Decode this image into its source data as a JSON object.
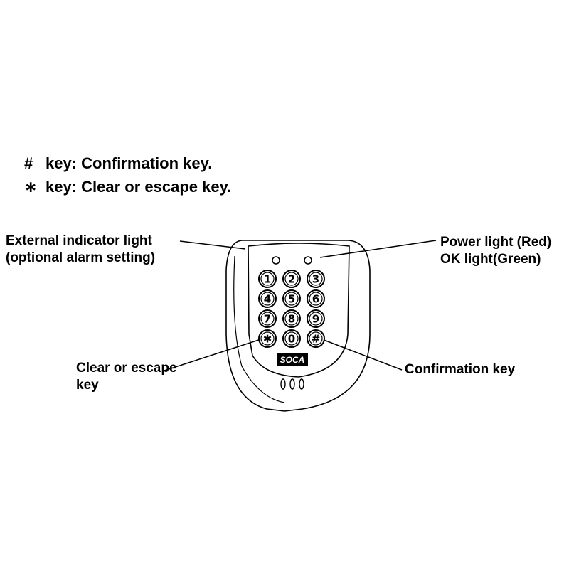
{
  "legend": {
    "hash": {
      "symbol": "#",
      "text": "key:  Confirmation key."
    },
    "star": {
      "symbol": "∗",
      "text": "key: Clear or escape key."
    }
  },
  "callouts": {
    "external_indicator": {
      "line1": "External indicator light",
      "line2": "(optional alarm setting)"
    },
    "power_ok": {
      "line1": "Power light (Red)",
      "line2": "OK light(Green)"
    },
    "clear_escape": {
      "line1": "Clear or escape",
      "line2": "key"
    },
    "confirmation": {
      "line1": "Confirmation key"
    }
  },
  "keypad": {
    "keys": [
      "1",
      "2",
      "3",
      "4",
      "5",
      "6",
      "7",
      "8",
      "9",
      "✱",
      "0",
      "#"
    ],
    "brand": "SOCA"
  },
  "colors": {
    "line": "#000000",
    "background": "#ffffff",
    "brand_bg": "#000000"
  }
}
